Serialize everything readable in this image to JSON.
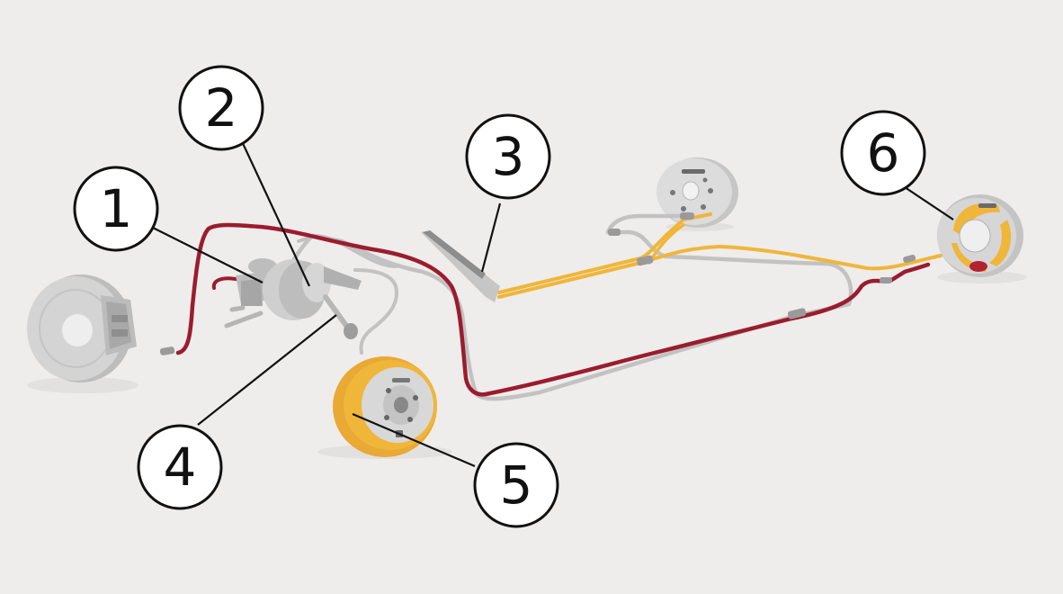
{
  "colors": {
    "background": "#eeedec",
    "brake_line_red": "#9b1c2e",
    "brake_line_gray": "#c2c2c2",
    "parking_cable_yellow": "#f0b63a",
    "component_gray": "#cfcfcf",
    "rotor_yellow": "#e9a935",
    "callout_stroke": "#111111"
  },
  "callouts": [
    {
      "number": "1",
      "component": "master-cylinder"
    },
    {
      "number": "2",
      "component": "brake-booster"
    },
    {
      "number": "3",
      "component": "parking-brake-lever"
    },
    {
      "number": "4",
      "component": "brake-pedal"
    },
    {
      "number": "5",
      "component": "disc-brake"
    },
    {
      "number": "6",
      "component": "drum-brake"
    }
  ]
}
